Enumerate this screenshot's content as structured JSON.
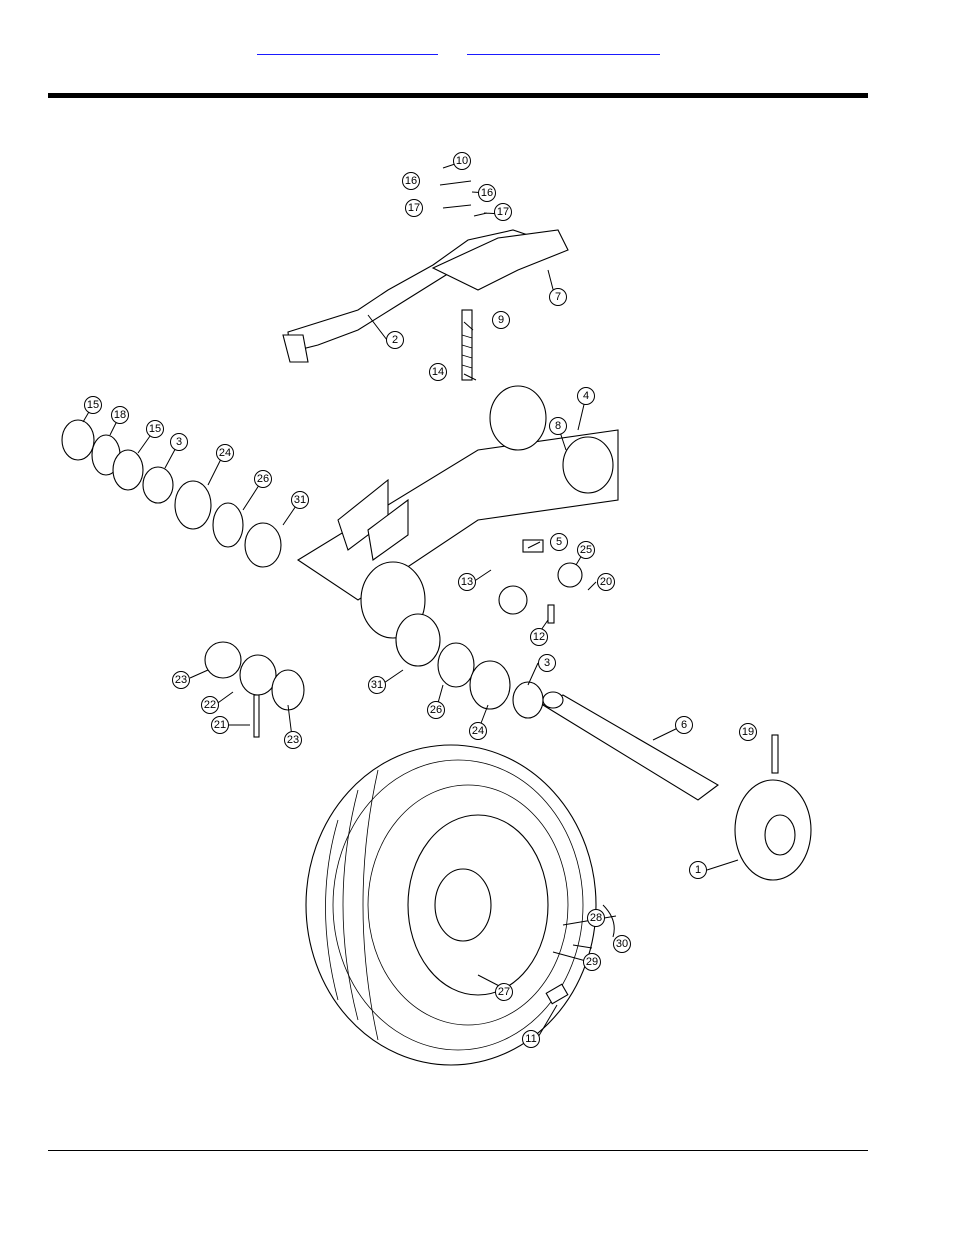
{
  "header": {
    "links": [
      {
        "label": ""
      },
      {
        "label": ""
      }
    ]
  },
  "diagram": {
    "callouts": [
      "1",
      "2",
      "3",
      "3",
      "4",
      "5",
      "6",
      "7",
      "8",
      "9",
      "10",
      "11",
      "12",
      "13",
      "14",
      "15",
      "15",
      "16",
      "16",
      "17",
      "17",
      "18",
      "19",
      "20",
      "21",
      "22",
      "23",
      "23",
      "24",
      "24",
      "25",
      "26",
      "26",
      "27",
      "28",
      "29",
      "30",
      "31",
      "31"
    ]
  }
}
